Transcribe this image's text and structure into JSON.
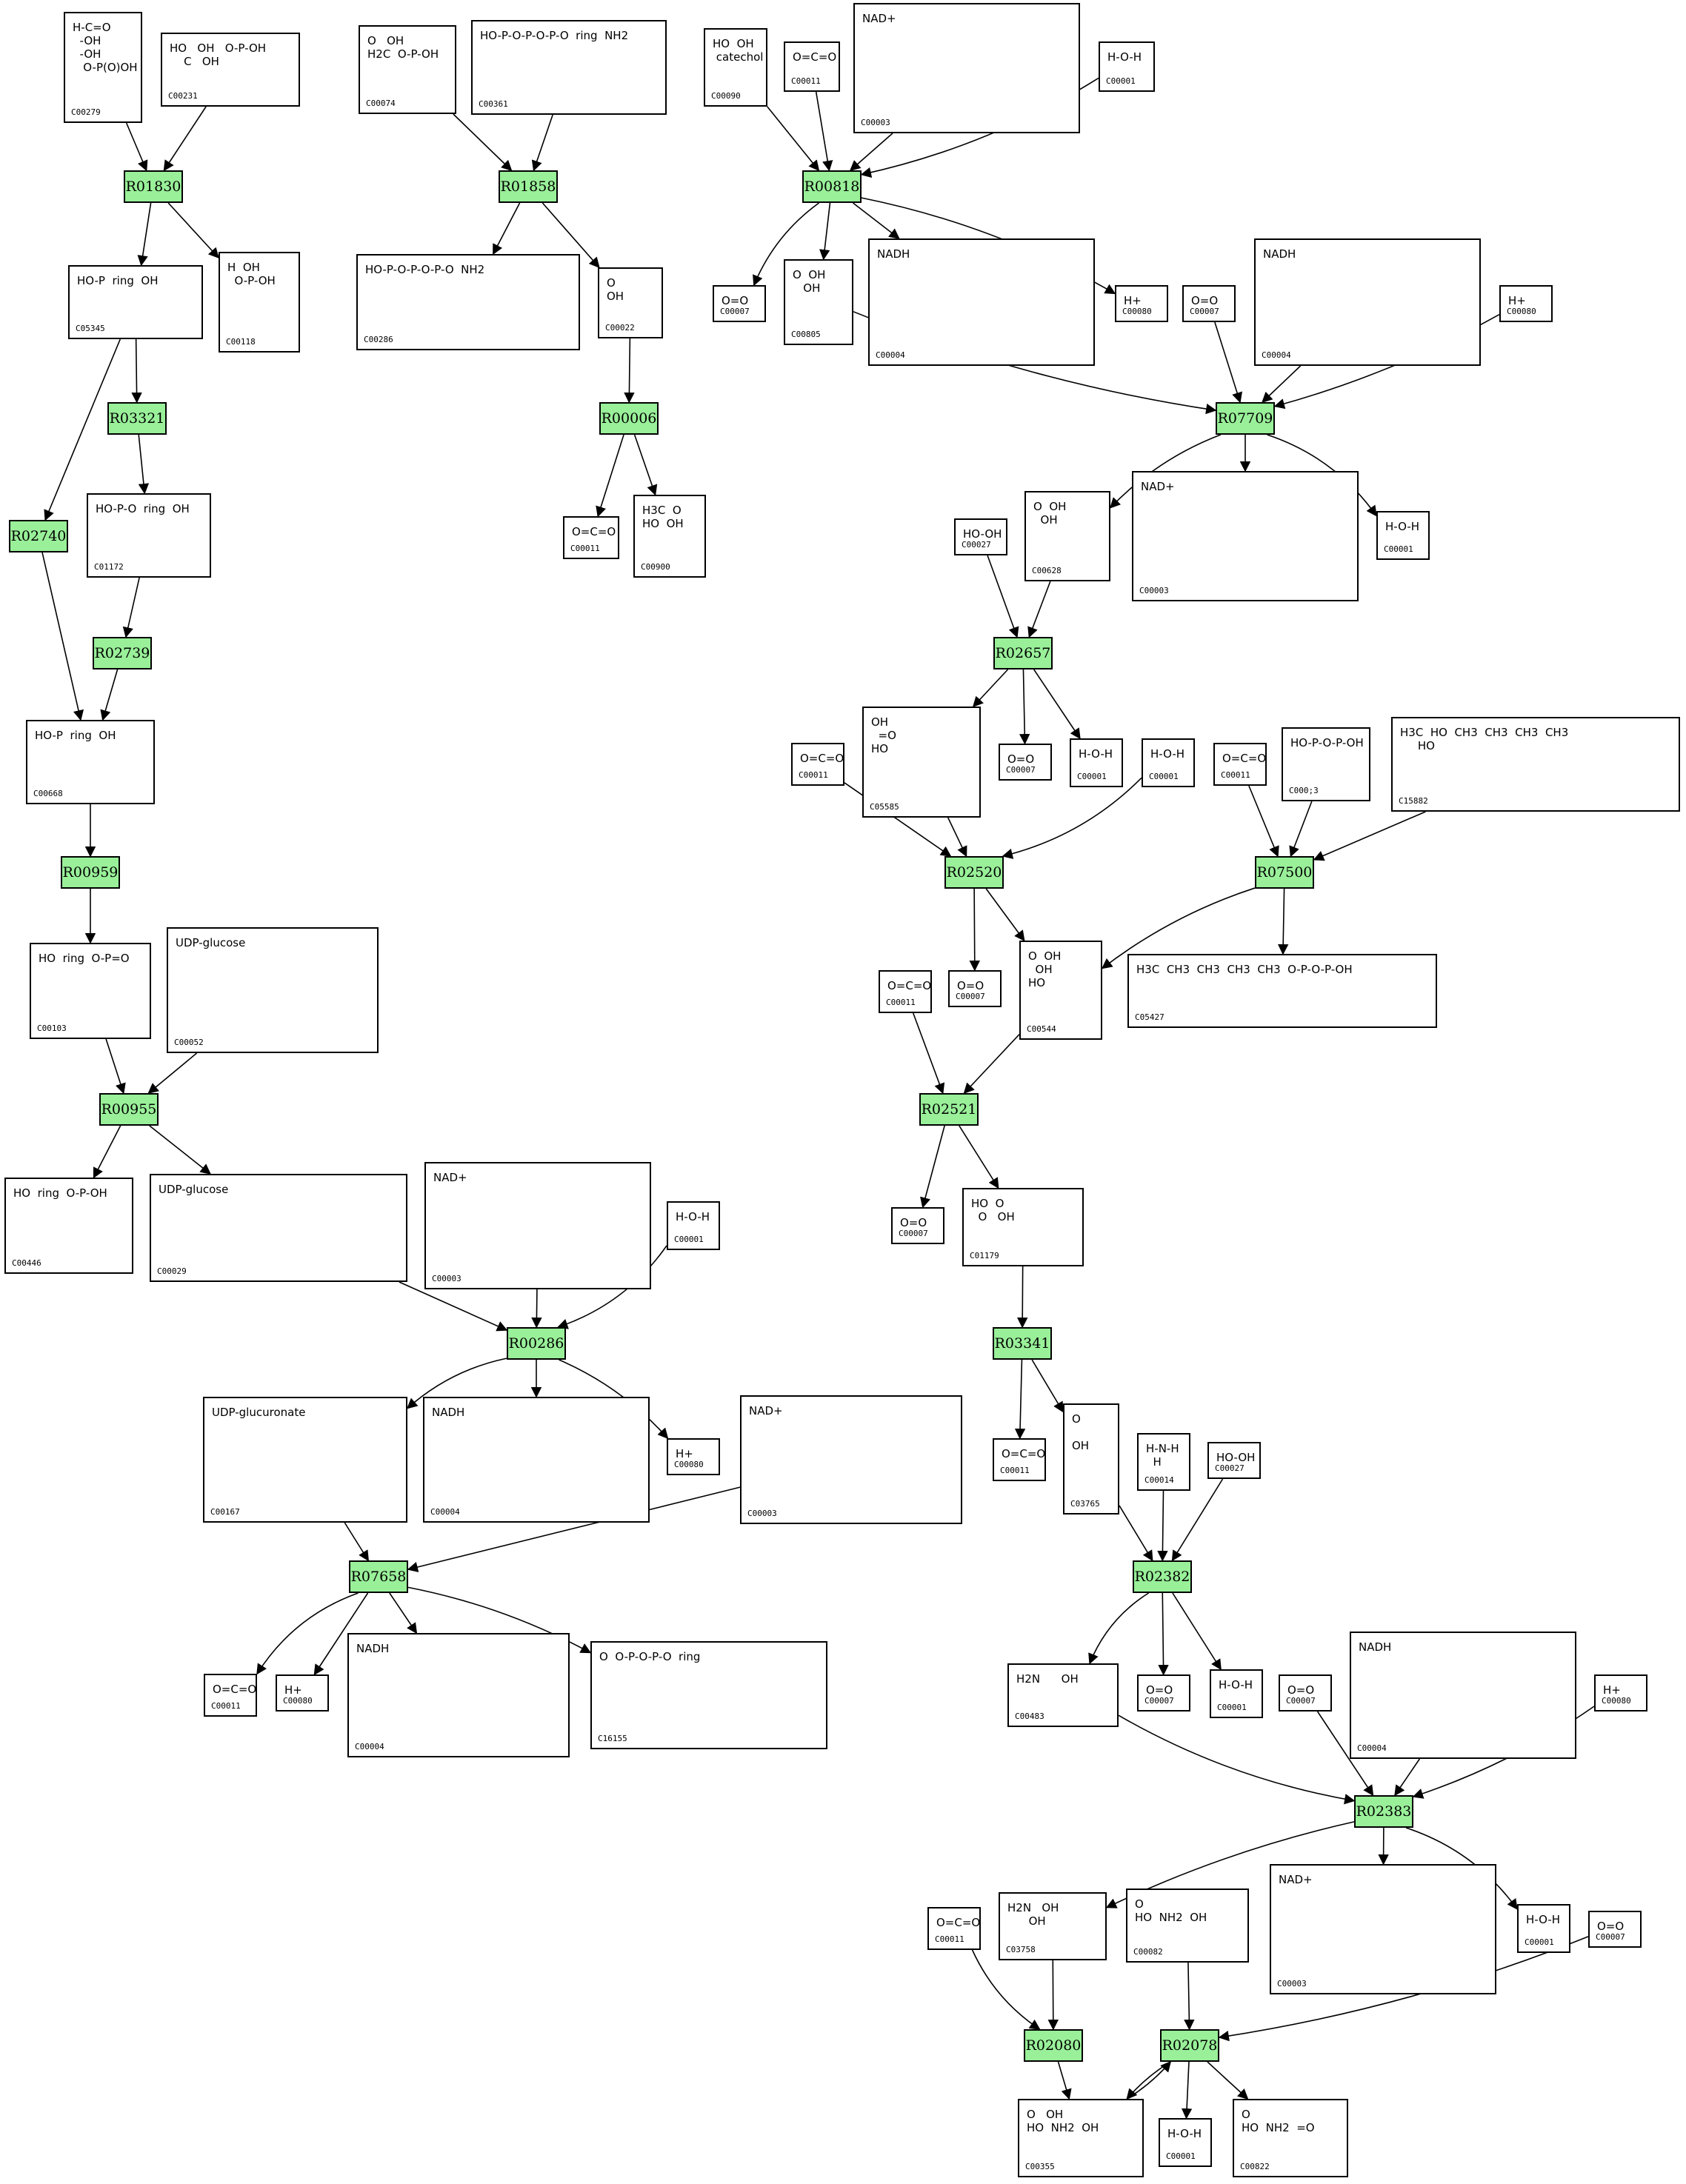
{
  "compounds": {
    "C00279": {
      "id": "C00279",
      "label": "C00279",
      "formula": "H-C=O\n  -OH\n  -OH\n   O-P(O)OH"
    },
    "C00231": {
      "id": "C00231",
      "label": "C00231",
      "formula": "HO   OH   O-P-OH\n    C   OH"
    },
    "C00074": {
      "id": "C00074",
      "label": "C00074",
      "formula": "O   OH\nH2C  O-P-OH"
    },
    "C00361": {
      "id": "C00361",
      "label": "C00361",
      "formula": "HO-P-O-P-O-P-O  ring  NH2"
    },
    "C00090": {
      "id": "C00090",
      "label": "C00090",
      "formula": "HO  OH\n catechol"
    },
    "C00011": {
      "id": "C00011",
      "label": "C00011",
      "formula": "O=C=O"
    },
    "C00003": {
      "id": "C00003",
      "label": "C00003",
      "formula": "NAD+"
    },
    "C00001": {
      "id": "C00001",
      "label": "C00001",
      "formula": "H-O-H"
    },
    "C05345": {
      "id": "C05345",
      "label": "C05345",
      "formula": "HO-P  ring  OH"
    },
    "C00118": {
      "id": "C00118",
      "label": "C00118",
      "formula": "H  OH\n  O-P-OH"
    },
    "C00286": {
      "id": "C00286",
      "label": "C00286",
      "formula": "HO-P-O-P-O-P-O  NH2"
    },
    "C00022": {
      "id": "C00022",
      "label": "C00022",
      "formula": "O\nOH"
    },
    "C00007": {
      "id": "C00007",
      "label": "C00007",
      "formula": "O=O"
    },
    "C00805": {
      "id": "C00805",
      "label": "C00805",
      "formula": "O  OH\n   OH"
    },
    "C00004": {
      "id": "C00004",
      "label": "C00004",
      "formula": "NADH"
    },
    "C00080": {
      "id": "C00080",
      "label": "C00080",
      "formula": "H+"
    },
    "C01172": {
      "id": "C01172",
      "label": "C01172",
      "formula": "HO-P-O  ring  OH"
    },
    "C00900": {
      "id": "C00900",
      "label": "C00900",
      "formula": "H3C  O\nHO  OH"
    },
    "C00027": {
      "id": "C00027",
      "label": "C00027",
      "formula": "HO-OH"
    },
    "C00628": {
      "id": "C00628",
      "label": "C00628",
      "formula": "O  OH\n  OH"
    },
    "C00668": {
      "id": "C00668",
      "label": "C00668",
      "formula": "HO-P  ring  OH"
    },
    "C05585": {
      "id": "C05585",
      "label": "C05585",
      "formula": "OH\n  =O\nHO"
    },
    "C00013": {
      "id": "C00013",
      "label": "C000;3",
      "formula": "HO-P-O-P-OH"
    },
    "C15882": {
      "id": "C15882",
      "label": "C15882",
      "formula": "H3C  HO  CH3  CH3  CH3  CH3\n     HO"
    },
    "C00544": {
      "id": "C00544",
      "label": "C00544",
      "formula": "O  OH\n  OH\nHO"
    },
    "C05427": {
      "id": "C05427",
      "label": "C05427",
      "formula": "H3C  CH3  CH3  CH3  CH3  O-P-O-P-OH"
    },
    "C00103": {
      "id": "C00103",
      "label": "C00103",
      "formula": "HO  ring  O-P=O"
    },
    "C00052": {
      "id": "C00052",
      "label": "C00052",
      "formula": "UDP-glucose"
    },
    "C01179": {
      "id": "C01179",
      "label": "C01179",
      "formula": "HO  O\n  O   OH"
    },
    "C00446": {
      "id": "C00446",
      "label": "C00446",
      "formula": "HO  ring  O-P-OH"
    },
    "C00029": {
      "id": "C00029",
      "label": "C00029",
      "formula": "UDP-glucose"
    },
    "C03765": {
      "id": "C03765",
      "label": "C03765",
      "formula": "O\n\nOH"
    },
    "C00014": {
      "id": "C00014",
      "label": "C00014",
      "formula": "H-N-H\n  H"
    },
    "C00167": {
      "id": "C00167",
      "label": "C00167",
      "formula": "UDP-glucuronate"
    },
    "C00483": {
      "id": "C00483",
      "label": "C00483",
      "formula": "H2N      OH"
    },
    "C16155": {
      "id": "C16155",
      "label": "C16155",
      "formula": "O  O-P-O-P-O  ring"
    },
    "C03758": {
      "id": "C03758",
      "label": "C03758",
      "formula": "H2N   OH\n      OH"
    },
    "C00082": {
      "id": "C00082",
      "label": "C00082",
      "formula": "O\nHO  NH2  OH"
    },
    "C00355": {
      "id": "C00355",
      "label": "C00355",
      "formula": "O   OH\nHO  NH2  OH"
    },
    "C00822": {
      "id": "C00822",
      "label": "C00822",
      "formula": "O\nHO  NH2  =O"
    }
  },
  "reactions": [
    {
      "id": "R01830",
      "label": "R01830"
    },
    {
      "id": "R01858",
      "label": "R01858"
    },
    {
      "id": "R00818",
      "label": "R00818"
    },
    {
      "id": "R03321",
      "label": "R03321"
    },
    {
      "id": "R00006",
      "label": "R00006"
    },
    {
      "id": "R07709",
      "label": "R07709"
    },
    {
      "id": "R02740",
      "label": "R02740"
    },
    {
      "id": "R02739",
      "label": "R02739"
    },
    {
      "id": "R02657",
      "label": "R02657"
    },
    {
      "id": "R02520",
      "label": "R02520"
    },
    {
      "id": "R07500",
      "label": "R07500"
    },
    {
      "id": "R00959",
      "label": "R00959"
    },
    {
      "id": "R02521",
      "label": "R02521"
    },
    {
      "id": "R00955",
      "label": "R00955"
    },
    {
      "id": "R03341",
      "label": "R03341"
    },
    {
      "id": "R00286",
      "label": "R00286"
    },
    {
      "id": "R02382",
      "label": "R02382"
    },
    {
      "id": "R07658",
      "label": "R07658"
    },
    {
      "id": "R02383",
      "label": "R02383"
    },
    {
      "id": "R02080",
      "label": "R02080"
    },
    {
      "id": "R02078",
      "label": "R02078"
    }
  ],
  "colors": {
    "reaction_fill": "#99f099",
    "stroke": "#000000",
    "background": "#ffffff"
  }
}
